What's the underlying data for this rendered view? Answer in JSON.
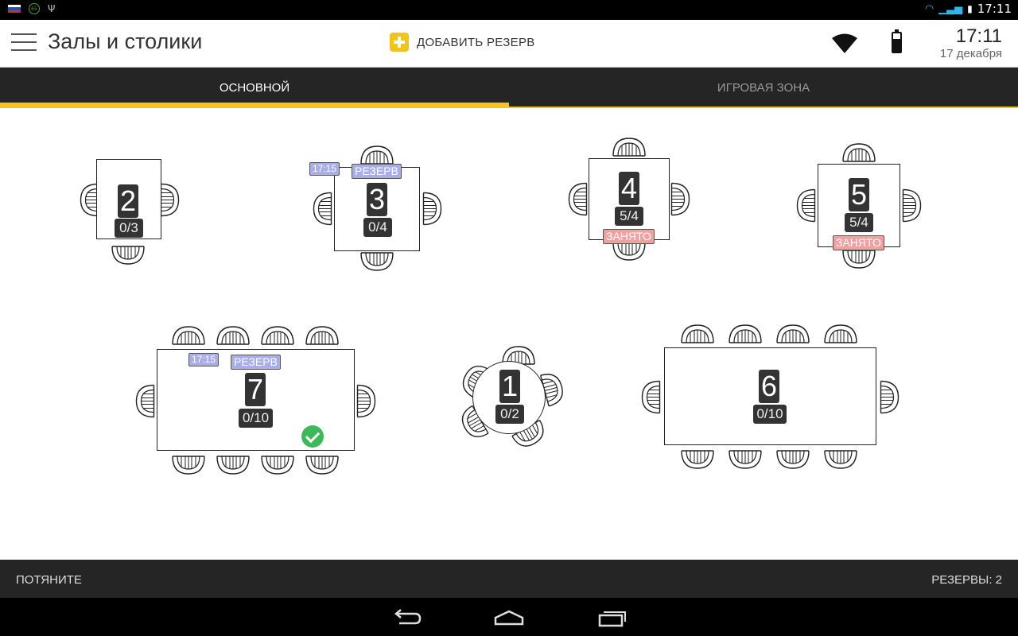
{
  "status": {
    "time": "17:11"
  },
  "app": {
    "title": "Залы и столики",
    "add_label": "ДОБАВИТЬ РЕЗЕРВ",
    "clock_time": "17:11",
    "clock_date": "17 декабря"
  },
  "tabs": [
    {
      "label": "ОСНОВНОЙ",
      "active": true
    },
    {
      "label": "ИГРОВАЯ ЗОНА",
      "active": false
    }
  ],
  "tables": {
    "t2": {
      "number": "2",
      "seats": "0/3"
    },
    "t3": {
      "number": "3",
      "seats": "0/4",
      "time": "17:15",
      "status": "РЕЗЕРВ"
    },
    "t4": {
      "number": "4",
      "seats": "5/4",
      "status": "ЗАНЯТО"
    },
    "t5": {
      "number": "5",
      "seats": "5/4",
      "status": "ЗАНЯТО"
    },
    "t7": {
      "number": "7",
      "seats": "0/10",
      "time": "17:15",
      "status": "РЕЗЕРВ"
    },
    "t1": {
      "number": "1",
      "seats": "0/2"
    },
    "t6": {
      "number": "6",
      "seats": "0/10"
    }
  },
  "bottom": {
    "pull": "ПОТЯНИТЕ",
    "reserves": "РЕЗЕРВЫ: 2"
  },
  "colors": {
    "accent": "#f5c518",
    "reserve": "#a9aee8",
    "busy": "#f3a0a0",
    "ok": "#3cba5a"
  }
}
